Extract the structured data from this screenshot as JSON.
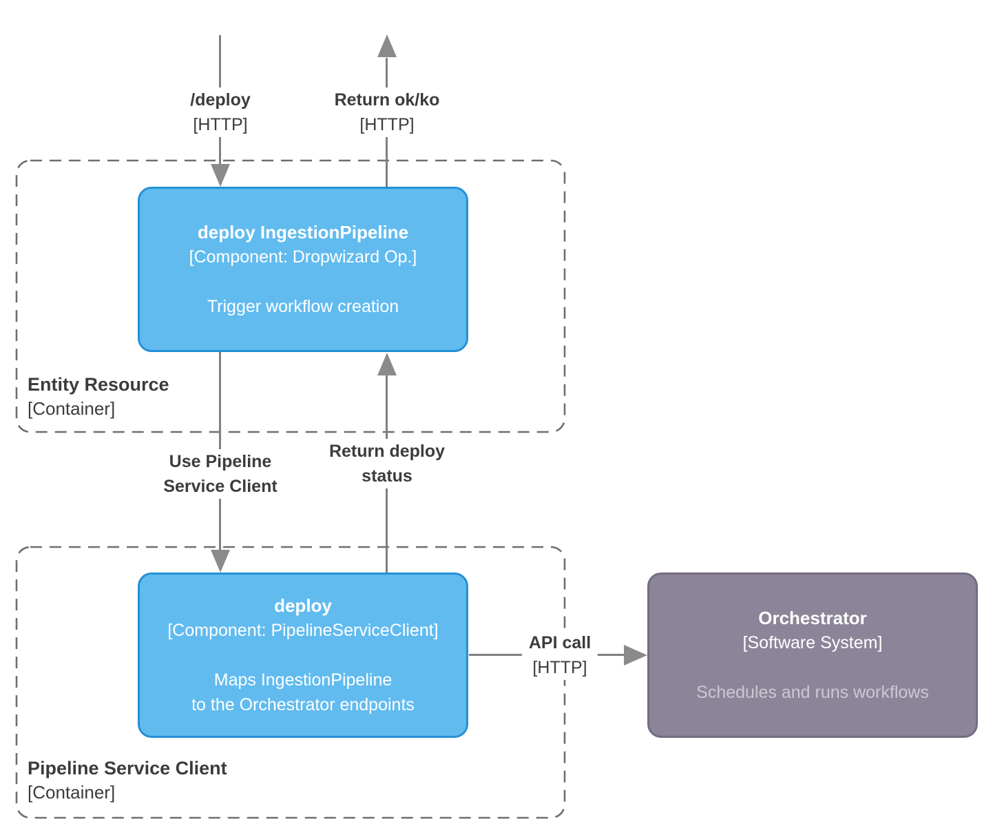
{
  "diagram": {
    "containers": [
      {
        "name": "Entity Resource",
        "type": "[Container]"
      },
      {
        "name": "Pipeline Service Client",
        "type": "[Container]"
      }
    ],
    "components": [
      {
        "title": "deploy IngestionPipeline",
        "meta": "[Component: Dropwizard Op.]",
        "description": "Trigger workflow creation"
      },
      {
        "title": "deploy",
        "meta": "[Component: PipelineServiceClient]",
        "description_line1": "Maps IngestionPipeline",
        "description_line2": "to the Orchestrator endpoints"
      }
    ],
    "external_system": {
      "title": "Orchestrator",
      "meta": "[Software System]",
      "description": "Schedules and runs workflows"
    },
    "relationships": {
      "deploy_request": {
        "label": "/deploy",
        "tech": "[HTTP]",
        "direction": "down"
      },
      "return_ok_ko": {
        "label": "Return ok/ko",
        "tech": "[HTTP]",
        "direction": "up"
      },
      "use_pipeline_client": {
        "label_line1": "Use Pipeline",
        "label_line2": "Service Client",
        "direction": "down"
      },
      "return_deploy_status": {
        "label_line1": "Return deploy",
        "label_line2": "status",
        "direction": "up"
      },
      "api_call": {
        "label": "API call",
        "tech": "[HTTP]",
        "direction": "right"
      }
    },
    "colors": {
      "component_fill": "#61bbef",
      "component_border": "#2490d5",
      "external_fill": "#8c8599",
      "external_border": "#746c81",
      "external_description_text": "#cbc8d0",
      "node_text": "#ffffff",
      "line": "#7f7f7f",
      "arrowhead": "#8a8a8a",
      "container_border": "#6e6e6e",
      "label_text": "#3c3c3c",
      "background": "#ffffff"
    }
  }
}
